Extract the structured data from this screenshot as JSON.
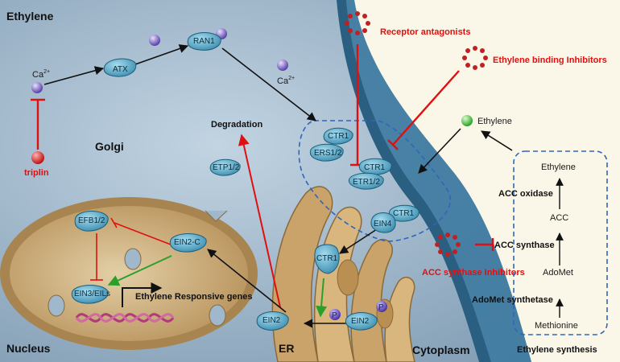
{
  "regions": {
    "ethylene_title": "Ethylene",
    "golgi": "Golgi",
    "nucleus": "Nucleus",
    "er": "ER",
    "cytoplasm": "Cytoplasm",
    "synthesis": "Ethylene synthesis"
  },
  "ions": {
    "ca_left": "Ca",
    "ca_left_sup": "2+",
    "ca_right": "Ca",
    "ca_right_sup": "2+"
  },
  "inhibitors": {
    "triplin": "triplin",
    "receptor_antagonists": "Receptor antagonists",
    "ethylene_binding": "Ethylene binding Inhibitors",
    "acc_synthase": "ACC synthase Inhibitors"
  },
  "labels": {
    "degradation": "Degradation",
    "ethylene_molecule": "Ethylene",
    "ethylene_responsive": "Ethylene Responsive genes",
    "phospho": "P"
  },
  "proteins": {
    "atx": "ATX",
    "ran1": "RAN1",
    "etp": "ETP1/2",
    "ctr1_top": "CTR1",
    "ers": "ERS1/2",
    "ctr1_mid": "CTR1",
    "etr": "ETR1/2",
    "ctr1_right": "CTR1",
    "ein4": "EIN4",
    "ctr1_er": "CTR1",
    "efb": "EFB1/2",
    "ein2c": "EIN2-C",
    "ein3": "EIN3/EILs",
    "ein2_left": "EIN2",
    "ein2_right": "EIN2"
  },
  "synthesis_pathway": {
    "ethylene": "Ethylene",
    "acc_oxidase": "ACC oxidase",
    "acc": "ACC",
    "acc_synthase": "ACC synthase",
    "adomet": "AdoMet",
    "adomet_synthetase": "AdoMet synthetase",
    "methionine": "Methionine"
  },
  "colors": {
    "background": "#9fb8cc",
    "cell_wall": "#fbf7e8",
    "membrane": "#2e6a8f",
    "organelle": "#c6a774",
    "protein": "#5ba8c4",
    "inhibitor": "#e01010",
    "activation": "#2aa02a"
  }
}
